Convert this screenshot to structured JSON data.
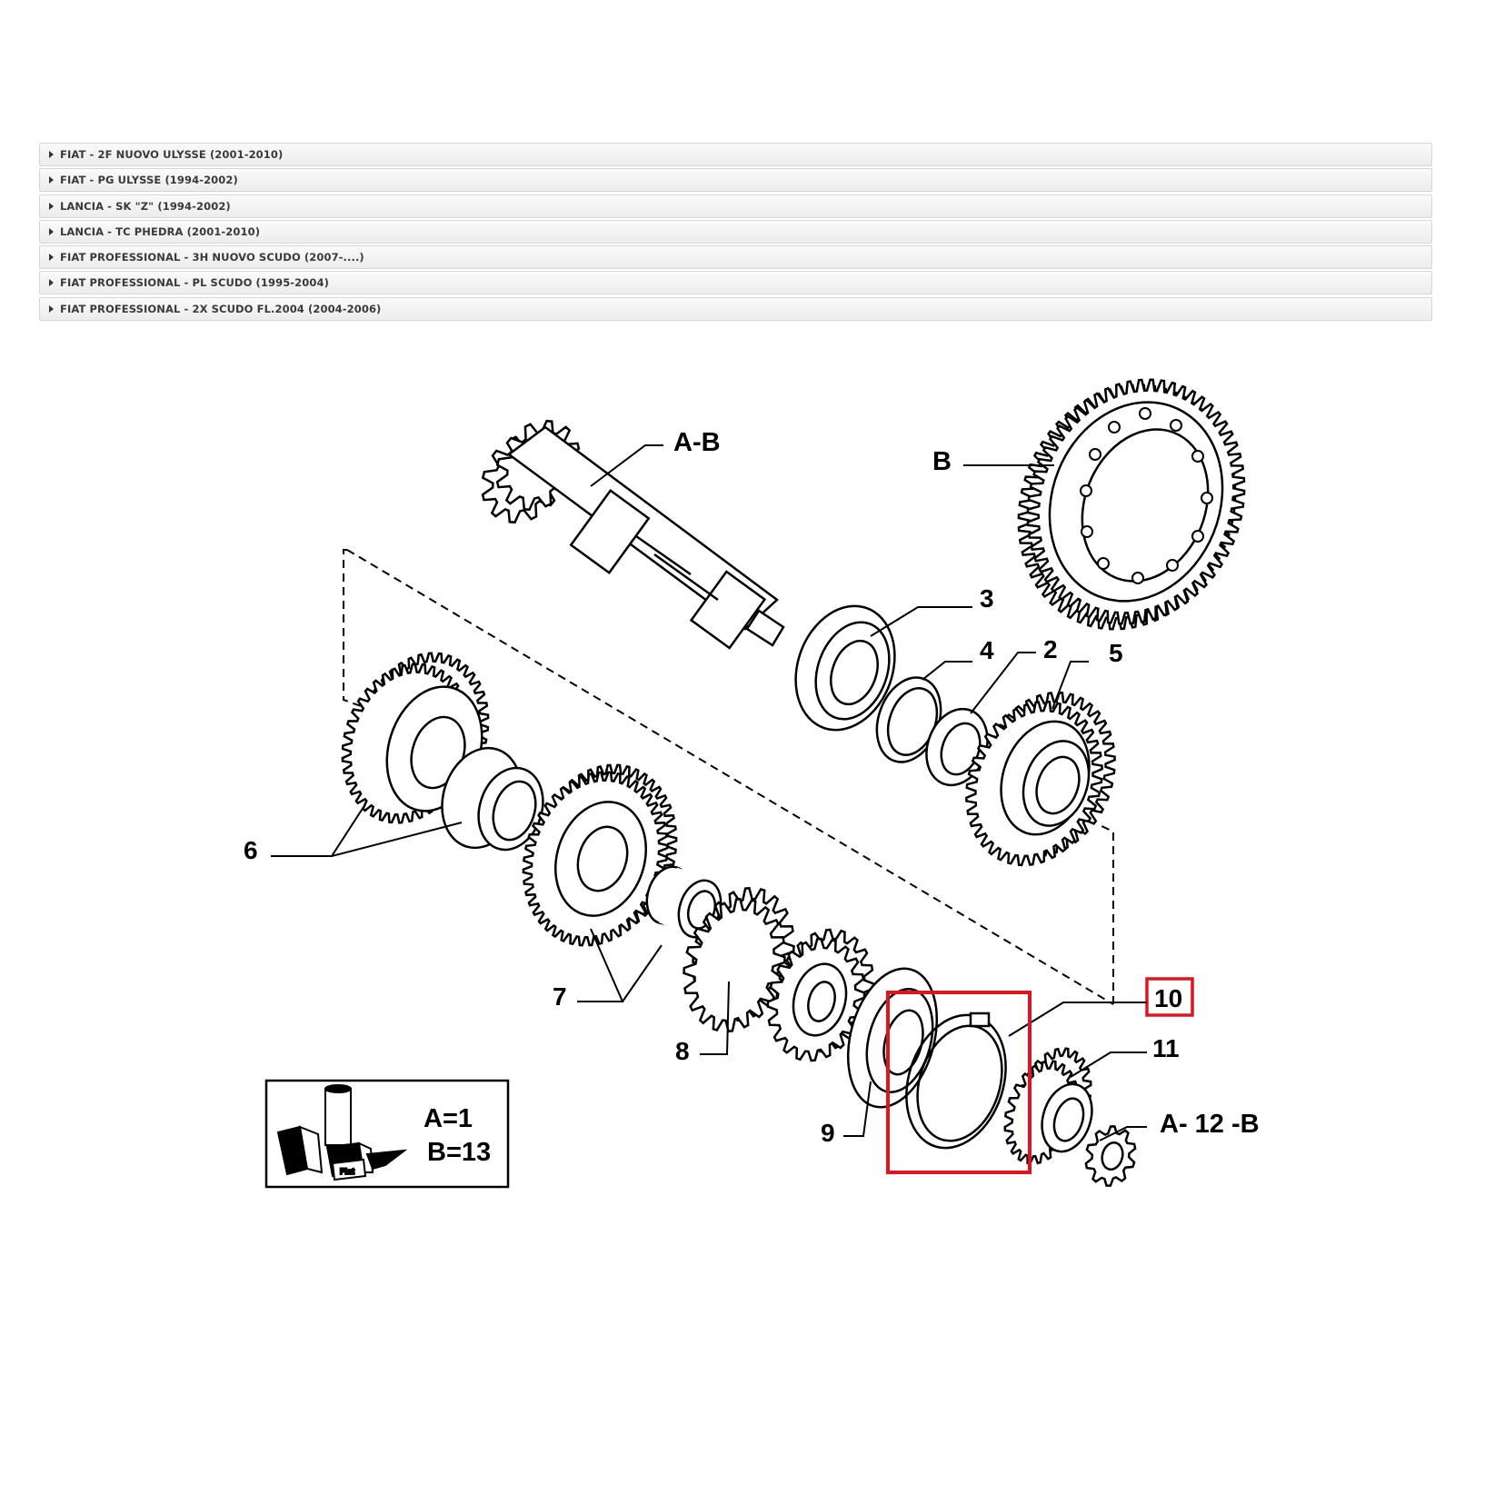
{
  "vehicle_list": [
    "FIAT - 2F NUOVO ULYSSE (2001-2010)",
    "FIAT - PG ULYSSE (1994-2002)",
    "LANCIA - SK \"Z\" (1994-2002)",
    "LANCIA - TC PHEDRA (2001-2010)",
    "FIAT PROFESSIONAL - 3H NUOVO SCUDO (2007-....)",
    "FIAT PROFESSIONAL - PL SCUDO (1995-2004)",
    "FIAT PROFESSIONAL - 2X SCUDO FL.2004 (2004-2006)"
  ],
  "diagram": {
    "callouts": {
      "ab": "A-B",
      "b": "B",
      "n2": "2",
      "n3": "3",
      "n4": "4",
      "n5": "5",
      "n6": "6",
      "n7": "7",
      "n8": "8",
      "n9": "9",
      "n10": "10",
      "n11": "11",
      "a12b": "A- 12 -B"
    },
    "highlighted_part": "10",
    "highlight_color": "#e0141e",
    "legend": {
      "a": "A=1",
      "b": "B=13",
      "logo_text": "Fiat"
    }
  }
}
